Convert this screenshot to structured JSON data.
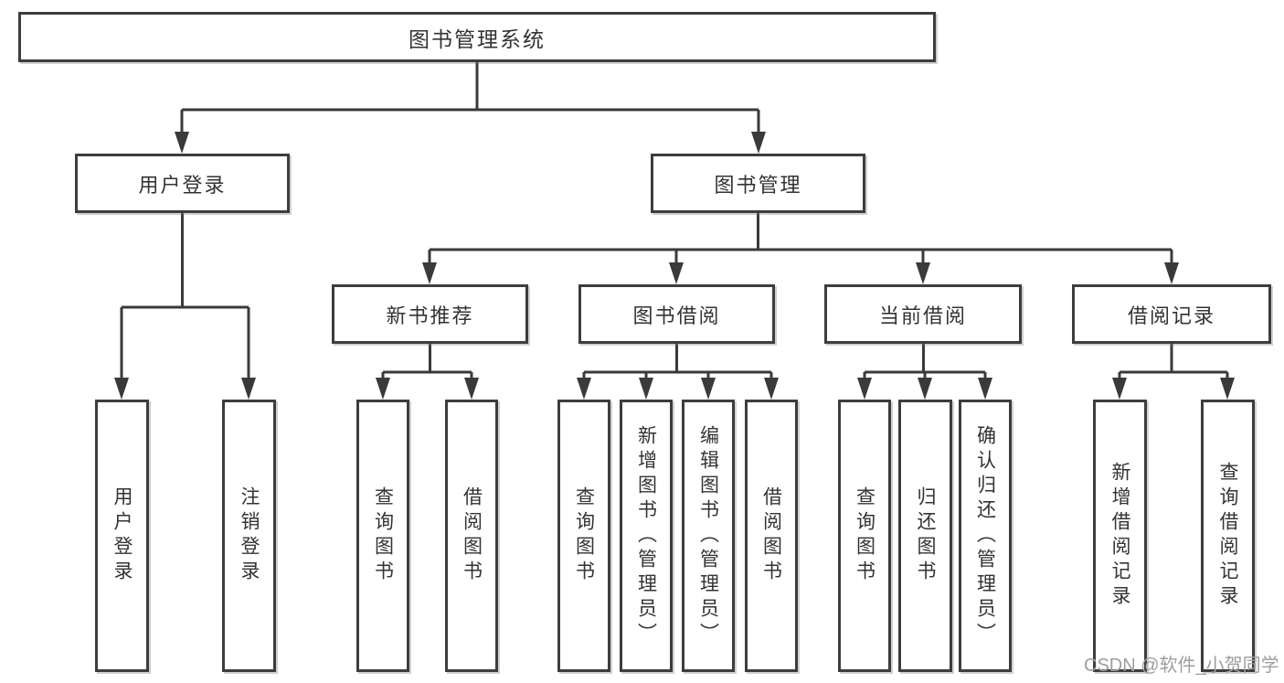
{
  "diagram": {
    "root": {
      "label": "图书管理系统"
    },
    "level2": [
      {
        "label": "用户登录"
      },
      {
        "label": "图书管理"
      }
    ],
    "level3": [
      {
        "label": "新书推荐",
        "parent": "图书管理"
      },
      {
        "label": "图书借阅",
        "parent": "图书管理"
      },
      {
        "label": "当前借阅",
        "parent": "图书管理"
      },
      {
        "label": "借阅记录",
        "parent": "图书管理"
      }
    ],
    "leaves": [
      {
        "label": "用户登录",
        "parent": "用户登录"
      },
      {
        "label": "注销登录",
        "parent": "用户登录"
      },
      {
        "label": "查询图书",
        "parent": "新书推荐"
      },
      {
        "label": "借阅图书",
        "parent": "新书推荐"
      },
      {
        "label": "查询图书",
        "parent": "图书借阅"
      },
      {
        "label": "新增图书（管理员）",
        "parent": "图书借阅"
      },
      {
        "label": "编辑图书（管理员）",
        "parent": "图书借阅"
      },
      {
        "label": "借阅图书",
        "parent": "图书借阅"
      },
      {
        "label": "查询图书",
        "parent": "当前借阅"
      },
      {
        "label": "归还图书",
        "parent": "当前借阅"
      },
      {
        "label": "确认归还（管理员）",
        "parent": "当前借阅"
      },
      {
        "label": "新增借阅记录",
        "parent": "借阅记录"
      },
      {
        "label": "查询借阅记录",
        "parent": "借阅记录"
      }
    ],
    "watermark": "CSDN @软件_小贺同学",
    "colors": {
      "line": "#3a3a3a",
      "border": "#3d3d3d",
      "text": "#333333",
      "watermark": "#9e9e9e",
      "background": "#ffffff"
    }
  }
}
